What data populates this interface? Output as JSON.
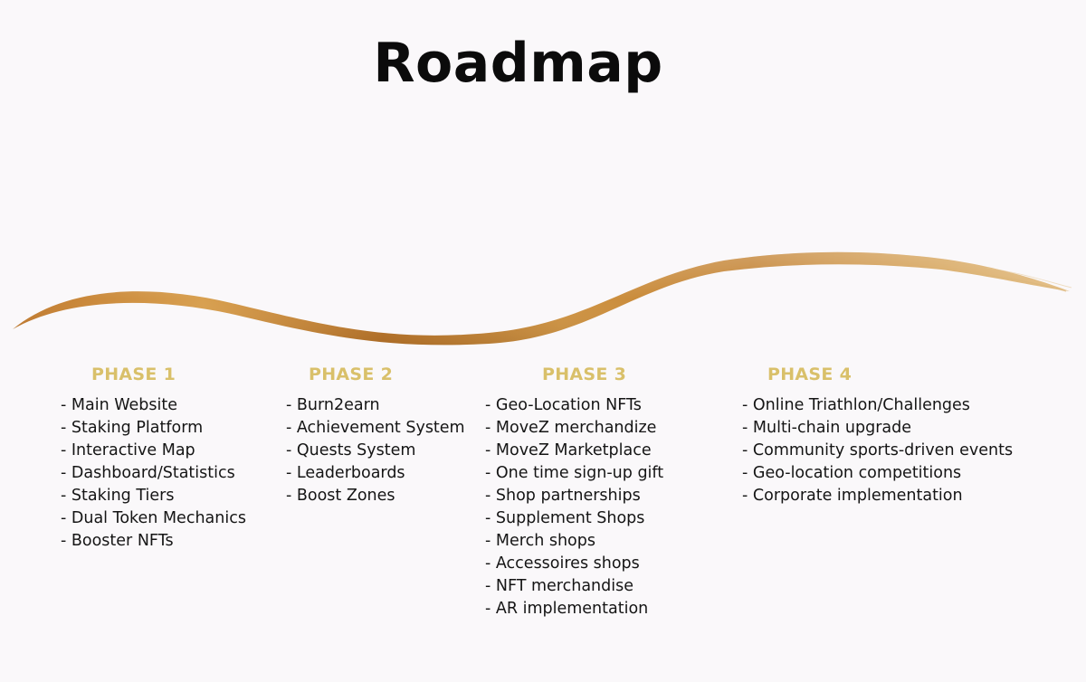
{
  "title": "Roadmap",
  "colors": {
    "background": "#faf8fa",
    "phase_title": "#d9c06a",
    "wave_gold": "#c9873a",
    "text": "#151515"
  },
  "phases": [
    {
      "title": "PHASE 1",
      "items": [
        "Main Website",
        "Staking Platform",
        "Interactive Map",
        "Dashboard/Statistics",
        "Staking Tiers",
        "Dual Token Mechanics",
        "Booster NFTs"
      ]
    },
    {
      "title": "PHASE 2",
      "items": [
        "Burn2earn",
        "Achievement System",
        "Quests System",
        "Leaderboards",
        "Boost Zones"
      ]
    },
    {
      "title": "PHASE 3",
      "items": [
        "Geo-Location NFTs",
        "MoveZ merchandize",
        "MoveZ Marketplace",
        "One time sign-up gift",
        "Shop partnerships",
        "Supplement Shops",
        "Merch shops",
        "Accessoires shops",
        "NFT merchandise",
        "AR implementation"
      ]
    },
    {
      "title": "PHASE 4",
      "items": [
        "Online Triathlon/Challenges",
        "Multi-chain upgrade",
        "Community sports-driven events",
        "Geo-location competitions",
        "Corporate implementation"
      ]
    }
  ]
}
